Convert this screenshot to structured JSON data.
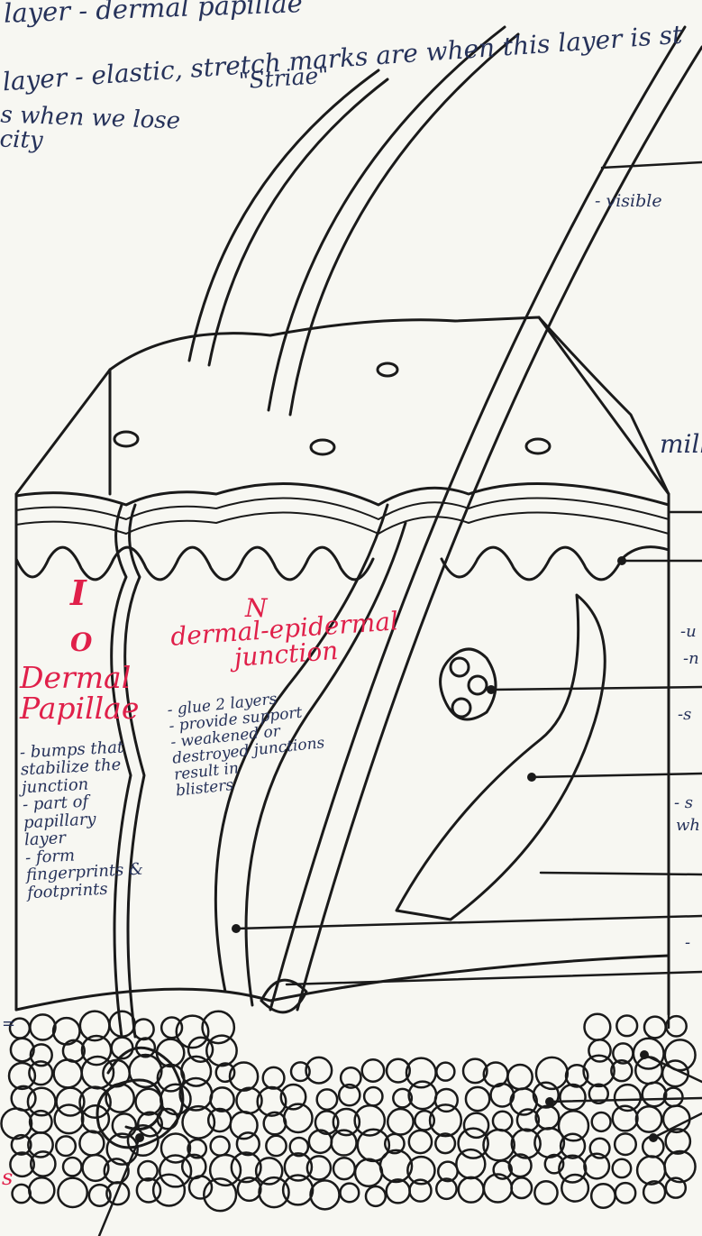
{
  "notes": {
    "top_line1": "layer - dermal papillae",
    "top_line2": "layer - elastic, stretch marks are when this layer is st",
    "top_line3": "s when we lose\ncity",
    "striae": "\"Striae\"",
    "visible": "- visible",
    "mill": "mill"
  },
  "red_labels": {
    "I": "I",
    "O": "O",
    "dermal_papillae": "Dermal\nPapillae",
    "N": "N",
    "dermal_epidermal_junction": "dermal-epidermal\njunction",
    "s_fragment": "s"
  },
  "dermal_papillae_notes": "- bumps that\nstabilize the\njunction\n- part of\npapillary\nlayer\n- form\nfingerprints &\nfootprints",
  "junction_notes": "- glue 2 layers\n- provide support\n- weakened or\ndestroyed junctions\nresult in\nblisters",
  "edge_fragments": [
    "-u",
    "-n",
    "-s",
    "- s",
    "wh",
    "-",
    "="
  ],
  "colors": {
    "ink": "#1a1a1a",
    "blue_ink": "#26325a",
    "red_ink": "#e0204a",
    "paper": "#f7f7f2"
  }
}
